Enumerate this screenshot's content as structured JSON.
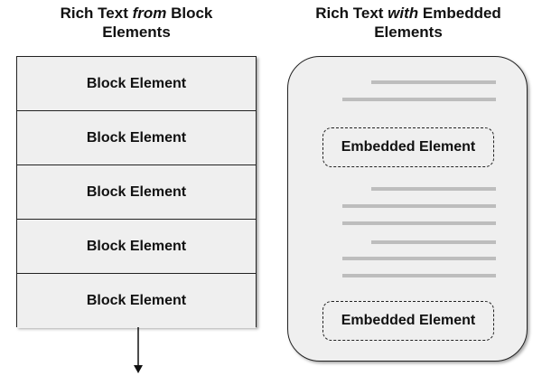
{
  "left_title": {
    "prefix": "Rich Text ",
    "emphasis": "from",
    "suffix": " Block",
    "line2": "Elements"
  },
  "right_title": {
    "prefix": "Rich Text ",
    "emphasis": "with",
    "suffix": " Embedded",
    "line2": "Elements"
  },
  "blocks": [
    {
      "label": "Block Element"
    },
    {
      "label": "Block Element"
    },
    {
      "label": "Block Element"
    },
    {
      "label": "Block Element"
    },
    {
      "label": "Block Element"
    }
  ],
  "embedded": [
    {
      "label": "Embedded Element"
    },
    {
      "label": "Embedded Element"
    }
  ],
  "colors": {
    "box_fill": "#efefef",
    "text_line": "#bdbdbd",
    "border": "#222222"
  }
}
